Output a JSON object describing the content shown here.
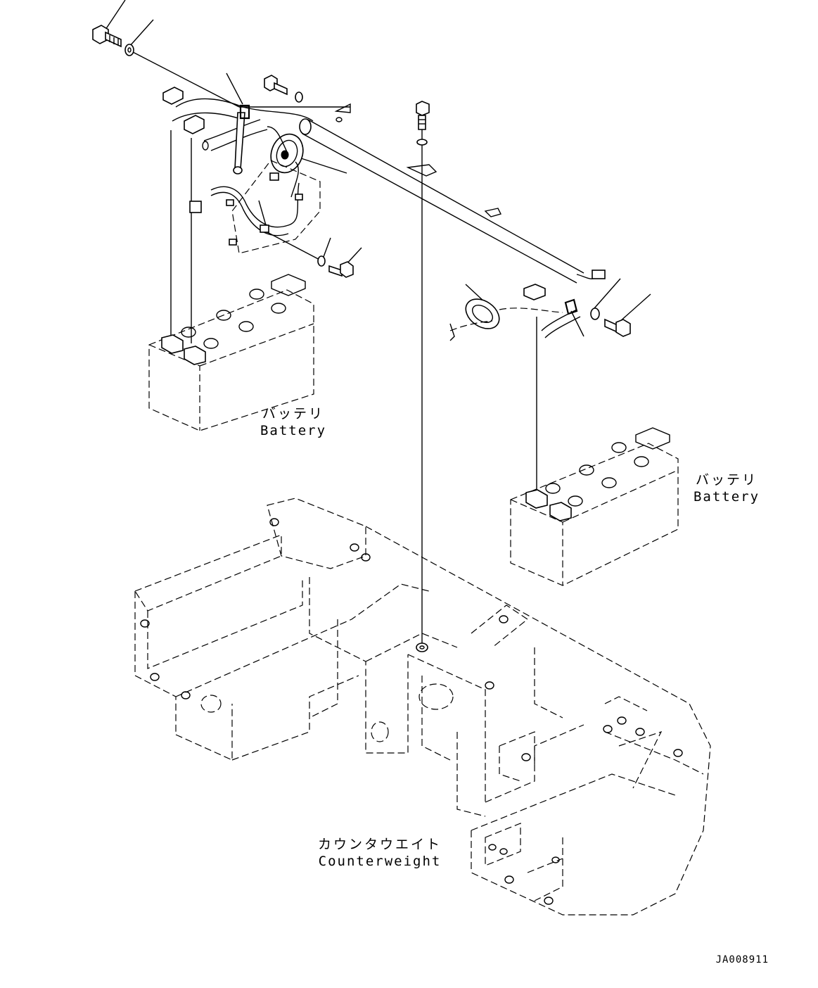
{
  "labels": {
    "battery_left": {
      "jp": "バッテリ",
      "en": "Battery"
    },
    "battery_right": {
      "jp": "バッテリ",
      "en": "Battery"
    },
    "counterweight": {
      "jp": "カウンタウエイト",
      "en": "Counterweight"
    }
  },
  "drawing_code": "JA008911"
}
